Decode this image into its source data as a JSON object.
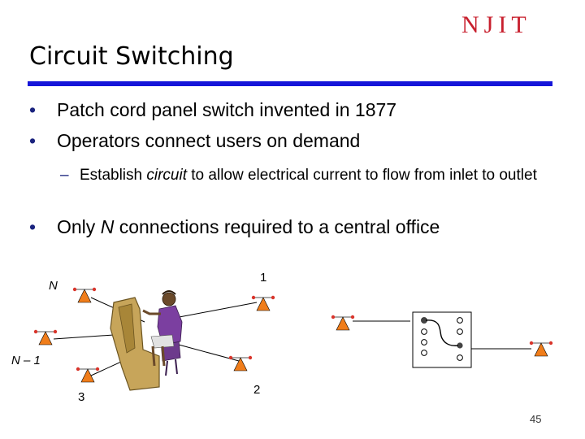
{
  "slide": {
    "title": "Circuit Switching",
    "logo_text": "NJIT",
    "page_number": "45"
  },
  "bullets": [
    {
      "text": "Patch cord panel switch invented in 1877"
    },
    {
      "text": "Operators connect users on demand"
    },
    {
      "text_before": "Only ",
      "text_italic": "N",
      "text_after": " connections required to a central office"
    }
  ],
  "sub_bullet": {
    "dash": "–",
    "text_before": "Establish ",
    "text_italic": "circuit",
    "text_after": " to allow electrical current to flow from inlet to outlet"
  },
  "diagram_labels": {
    "n": "N",
    "one": "1",
    "n_minus_1": "N – 1",
    "three": "3",
    "two": "2"
  },
  "colors": {
    "title_rule": "#1515d9",
    "logo": "#c8202e",
    "phone": "#f07d1a",
    "phone_dot": "#d9342b",
    "operator_desk": "#c7a55a",
    "operator_body": "#7b3fa0"
  }
}
